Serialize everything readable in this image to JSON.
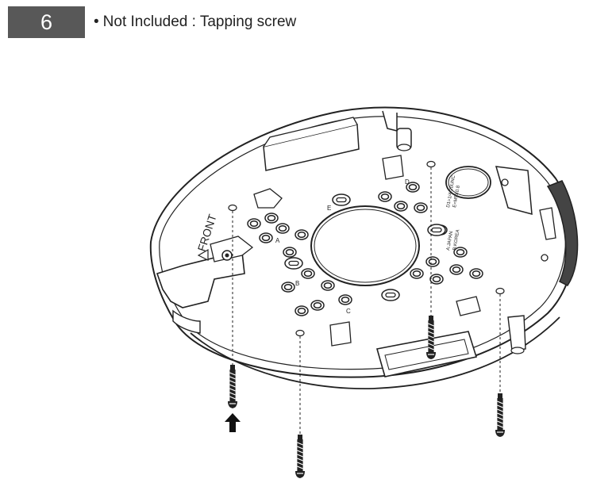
{
  "step": {
    "number": "6",
    "bullet": "•",
    "note": "Not Included : Tapping screw"
  },
  "diagram": {
    "front_label": "FRONT",
    "hole_letters": [
      "A",
      "B",
      "C",
      "D",
      "E"
    ],
    "plate_text": [
      "D1=1/4-20UNC",
      "E=M5X0.8",
      "A:JAPAN",
      "B:KOREA"
    ],
    "screw_count": 4,
    "colors": {
      "line": "#222222",
      "fill": "#ffffff",
      "shadow": "#bdbdbd"
    }
  }
}
